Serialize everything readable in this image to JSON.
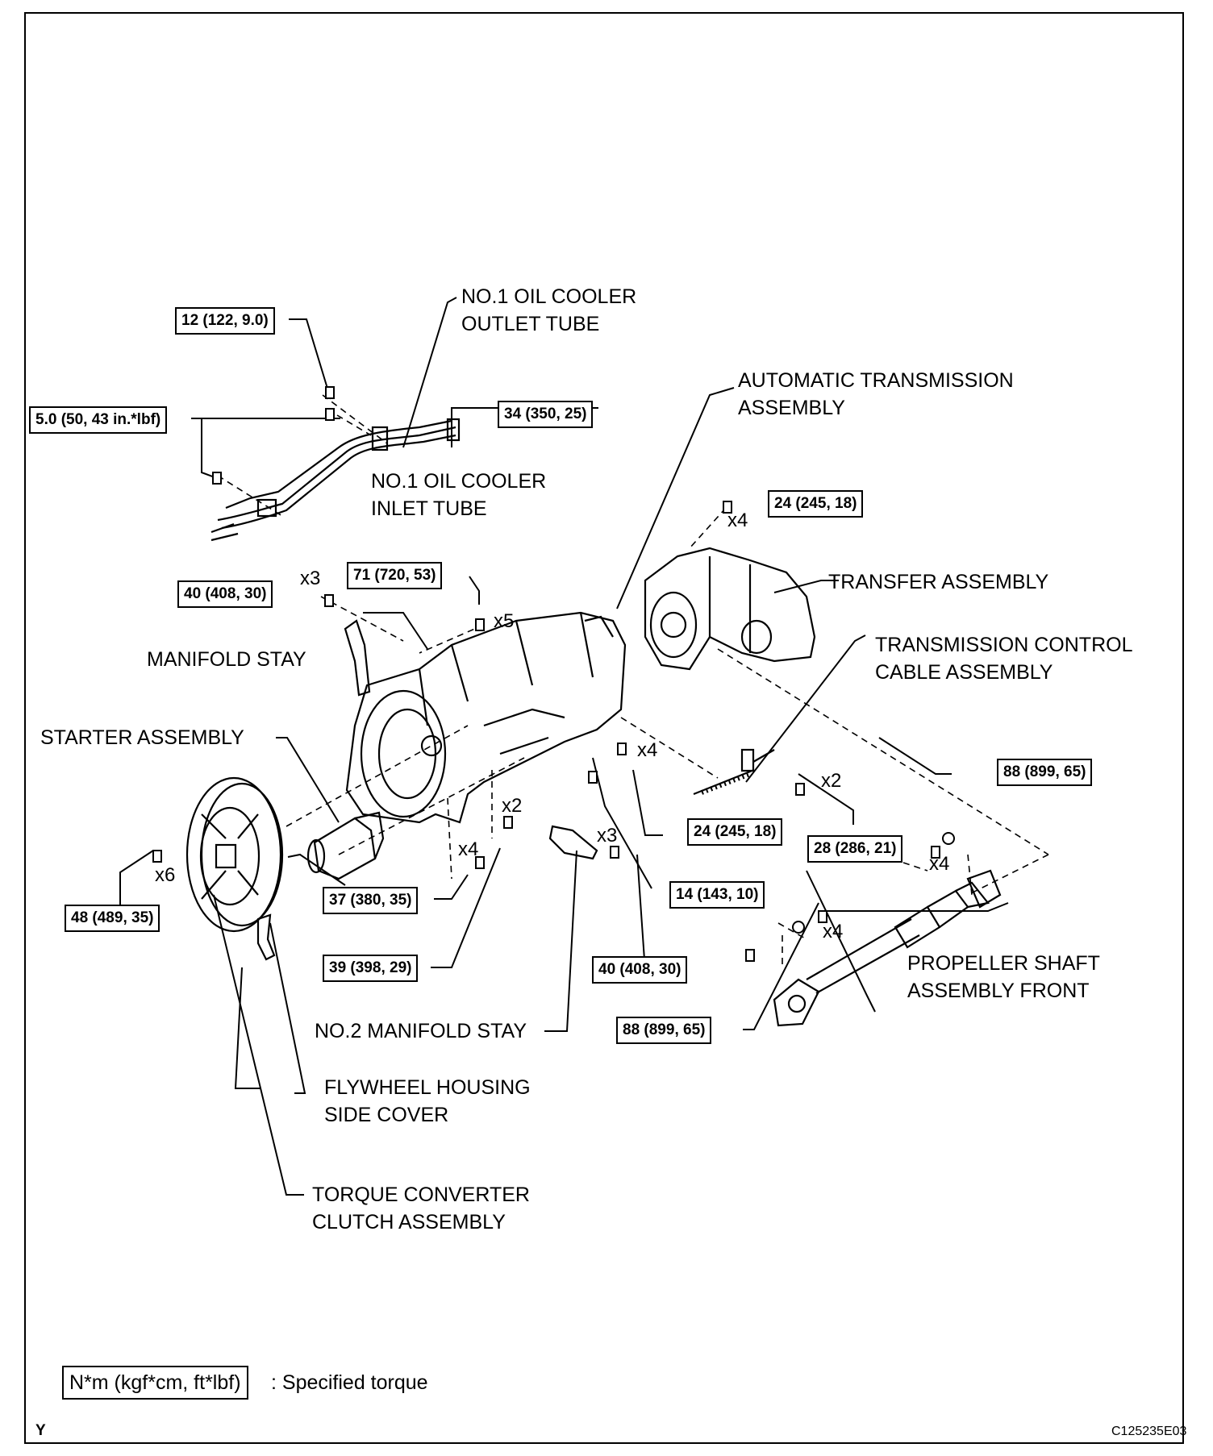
{
  "parts": {
    "oil_cooler_outlet": "NO.1 OIL COOLER\nOUTLET TUBE",
    "oil_cooler_inlet": "NO.1 OIL COOLER\nINLET TUBE",
    "at_assembly": "AUTOMATIC TRANSMISSION\nASSEMBLY",
    "transfer": "TRANSFER ASSEMBLY",
    "control_cable": "TRANSMISSION CONTROL\nCABLE ASSEMBLY",
    "manifold_stay": "MANIFOLD STAY",
    "starter": "STARTER ASSEMBLY",
    "no2_manifold_stay": "NO.2 MANIFOLD STAY",
    "flywheel_cover": "FLYWHEEL HOUSING\nSIDE COVER",
    "torque_converter": "TORQUE CONVERTER\nCLUTCH ASSEMBLY",
    "propeller_shaft": "PROPELLER SHAFT\nASSEMBLY FRONT"
  },
  "torques": {
    "t1": "12 (122, 9.0)",
    "t2": "5.0 (50, 43 in.*lbf)",
    "t3": "34 (350, 25)",
    "t4": "24 (245, 18)",
    "t5": "71 (720, 53)",
    "t6": "40 (408, 30)",
    "t7": "88 (899, 65)",
    "t8": "24 (245, 18)",
    "t9": "28 (286, 21)",
    "t10": "48 (489, 35)",
    "t11": "37 (380, 35)",
    "t12": "14 (143, 10)",
    "t13": "39 (398, 29)",
    "t14": "40 (408, 30)",
    "t15": "88 (899, 65)"
  },
  "quantities": {
    "q_x4_transfer": "x4",
    "q_x3_stay": "x3",
    "q_x5": "x5",
    "q_x4_cable": "x4",
    "q_x2_cable": "x2",
    "q_x2_starter": "x2",
    "q_x4_starter": "x4",
    "q_x3_no2": "x3",
    "q_x6": "x6",
    "q_x4_prop_top": "x4",
    "q_x4_prop_mid": "x4"
  },
  "legend": {
    "box": "N*m (kgf*cm, ft*lbf)",
    "text": ": Specified torque"
  },
  "footer": {
    "left": "Y",
    "code": "C125235E03"
  }
}
